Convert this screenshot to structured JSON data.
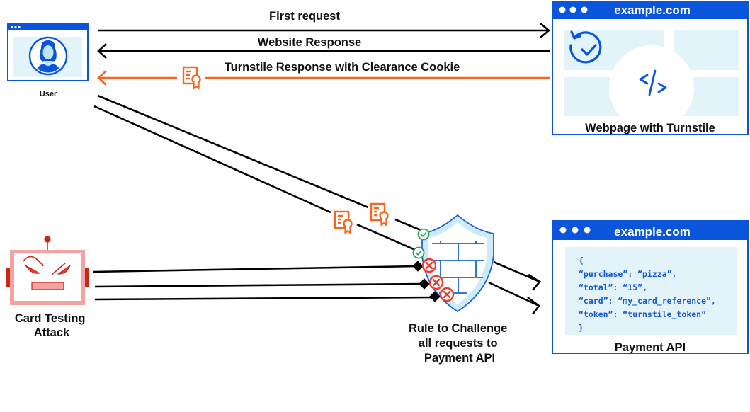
{
  "colors": {
    "brand_blue": "#0a55dc",
    "light_panel": "#e2f3fa",
    "arrow_black": "#000000",
    "cookie_orange": "#f6641f",
    "robot_red": "#c6261b",
    "robot_pink": "#f3a4a0",
    "allow_green": "#2aa44f",
    "block_red": "#ea3b2f",
    "shield_fill": "#cdeaf6"
  },
  "actors": {
    "user": {
      "label": "User",
      "icon": "user-avatar-icon"
    },
    "attacker": {
      "label_line1": "Card Testing",
      "label_line2": "Attack",
      "icon": "angry-robot-icon"
    }
  },
  "webpage": {
    "domain": "example.com",
    "caption": "Webpage with Turnstile",
    "icons": [
      "refresh-check-icon",
      "code-icon"
    ]
  },
  "payment_api": {
    "domain": "example.com",
    "caption": "Payment API",
    "code_lines": [
      "{",
      "  “purchase”: “pizza”,",
      "  “total”: “15”,",
      "  “card”: “my_card_reference”,",
      "  “token”: “turnstile_token”",
      "}"
    ]
  },
  "flows": {
    "first_request": "First request",
    "website_response": "Website Response",
    "turnstile_response": "Turnstile Response with Clearance Cookie"
  },
  "firewall": {
    "label_line1": "Rule to Challenge",
    "label_line2": "all requests to",
    "label_line3": "Payment API",
    "allowed_requests": 2,
    "blocked_requests": 3
  }
}
